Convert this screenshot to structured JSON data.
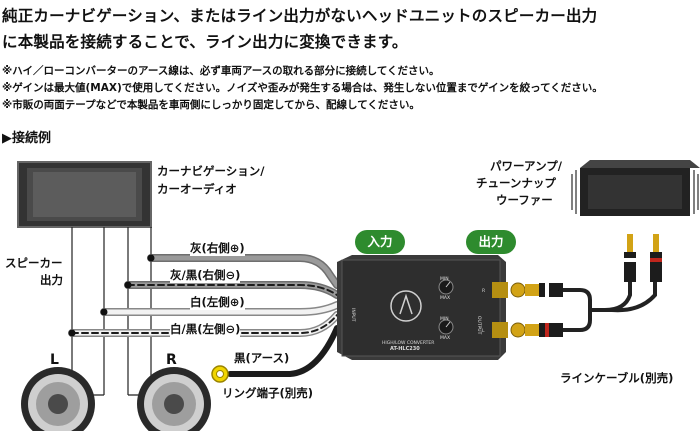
{
  "heading": {
    "line1": "純正カーナビゲーション、またはライン出力がないヘッドユニットのスピーカー出力",
    "line2": "に本製品を接続することで、ライン出力に変換できます。"
  },
  "notes": [
    "※ハイ／ローコンバーターのアース線は、必ず車両アースの取れる部分に接続してください。",
    "※ゲインは最大値(MAX)で使用してください。ノイズや歪みが発生する場合は、発生しない位置までゲインを絞ってください。",
    "※市販の両面テープなどで本製品を車両側にしっかり固定してから、配線してください。"
  ],
  "section_title": "▶接続例",
  "labels": {
    "head_unit": [
      "カーナビゲーション/",
      "カーオーディオ"
    ],
    "speaker_out": [
      "スピーカー",
      "出力"
    ],
    "amp": [
      "パワーアンプ/",
      "チューンナップ",
      "ウーファー"
    ],
    "input_badge": "入力",
    "output_badge": "出力",
    "wire1": "灰(右側⊕)",
    "wire2": "灰/黒(右側⊖)",
    "wire3": "白(左側⊕)",
    "wire4": "白/黒(左側⊖)",
    "ground": "黒(アース)",
    "ring": "リング端子(別売)",
    "line_cable": "ラインケーブル(別売)",
    "speaker_l": "L",
    "speaker_r": "R"
  },
  "device": {
    "model": "AT-HLC230",
    "subtitle": "HIGH/LOW CONVERTER",
    "input_text": "INPUT",
    "output_text": "OUTPUT",
    "min": "MIN",
    "max": "MAX",
    "left": "L",
    "right": "R"
  },
  "colors": {
    "badge_green": "#2e8b2e",
    "device_dark": "#3a3a3a",
    "wire_gray": "#8c8c8c",
    "wire_white": "#e8e8e8",
    "wire_black": "#1c1c1c",
    "rca_gold": "#d2a316",
    "rca_red": "#c0261d",
    "ring_yellow": "#f1d500"
  }
}
